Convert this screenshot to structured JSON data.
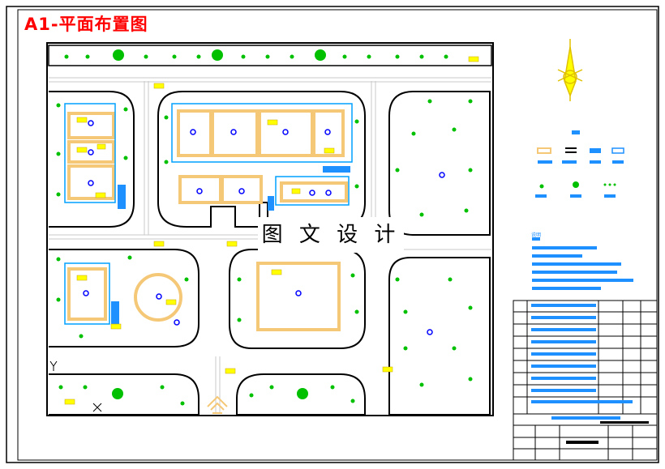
{
  "drawing": {
    "title": "A1-平面布置图",
    "watermark": "图 文 设 计",
    "notes_title": "说明"
  },
  "colors": {
    "frame": "#000000",
    "wall": "#f5c878",
    "water": "#1e90ff",
    "outline": "#00a0ff",
    "tree": "#00c000",
    "title": "#ff0000",
    "marker": "#ffff00",
    "road": "#c8c8c8"
  },
  "icons": [
    "north-arrow-icon",
    "tree-icon",
    "building-marker-icon",
    "label-tag-icon",
    "entrance-arrow-icon"
  ]
}
